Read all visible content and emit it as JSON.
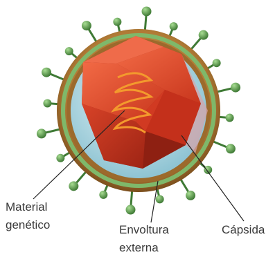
{
  "labels": {
    "genetic_material": [
      "Material",
      "genético"
    ],
    "outer_envelope": [
      "Envoltura",
      "externa"
    ],
    "capsid": "Cápsida"
  },
  "colors": {
    "spike_green": "#6fae5a",
    "spike_dark": "#3f7a35",
    "envelope_brown": "#b07a35",
    "envelope_ring": "#7fb86a",
    "matrix_blue": "#b9dde6",
    "capsid_red": "#e0472a",
    "capsid_dark": "#a82a18",
    "rna_orange": "#f39a2d",
    "leader_line": "#222222"
  }
}
